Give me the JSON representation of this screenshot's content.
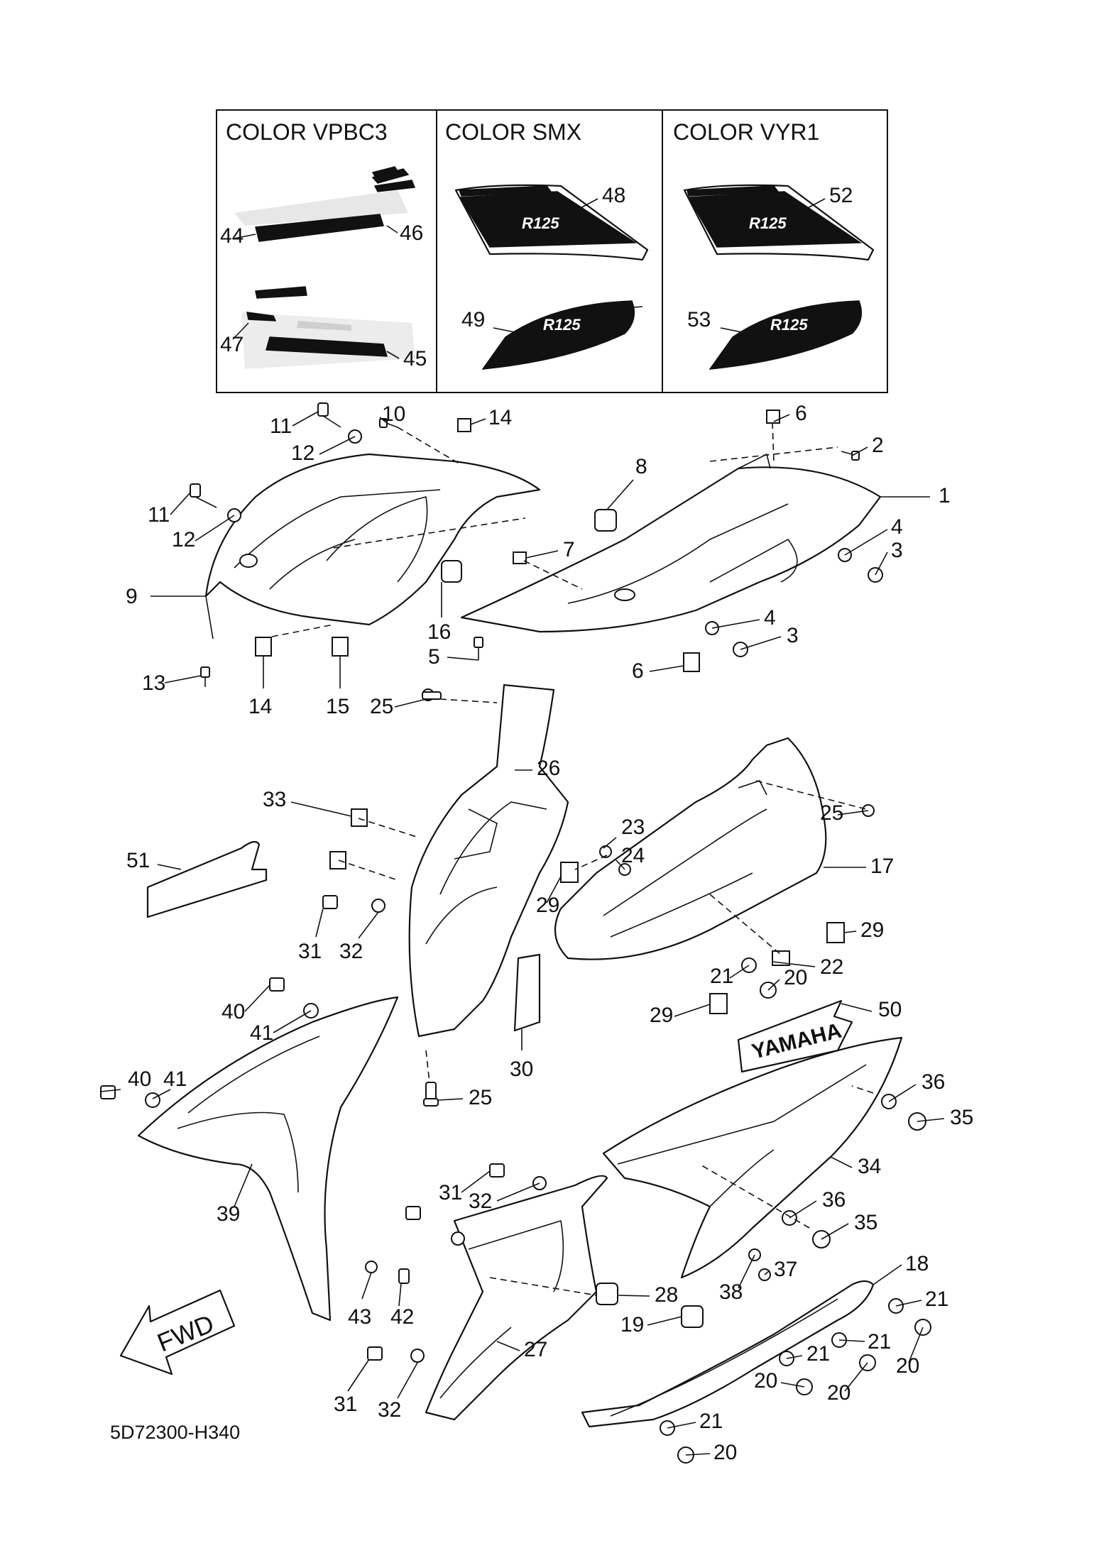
{
  "diagram": {
    "drawing_code": "5D72300-H340",
    "color_panels": [
      {
        "label": "COLOR VPBC3",
        "parts": [
          "44",
          "45",
          "46",
          "47"
        ]
      },
      {
        "label": "COLOR SMX",
        "parts": [
          "48",
          "49"
        ]
      },
      {
        "label": "COLOR VYR1",
        "parts": [
          "52",
          "53"
        ]
      }
    ],
    "emblem_text": "YAMAHA",
    "decal_text": "R125",
    "fwd_text": "FWD",
    "callouts": [
      "1",
      "2",
      "3",
      "4",
      "5",
      "6",
      "7",
      "8",
      "9",
      "10",
      "11",
      "12",
      "13",
      "14",
      "15",
      "16",
      "17",
      "18",
      "19",
      "20",
      "21",
      "22",
      "23",
      "24",
      "25",
      "26",
      "27",
      "28",
      "29",
      "30",
      "31",
      "32",
      "33",
      "34",
      "35",
      "36",
      "37",
      "38",
      "39",
      "40",
      "41",
      "42",
      "43",
      "44",
      "45",
      "46",
      "47",
      "48",
      "49",
      "50",
      "51",
      "52",
      "53"
    ]
  }
}
